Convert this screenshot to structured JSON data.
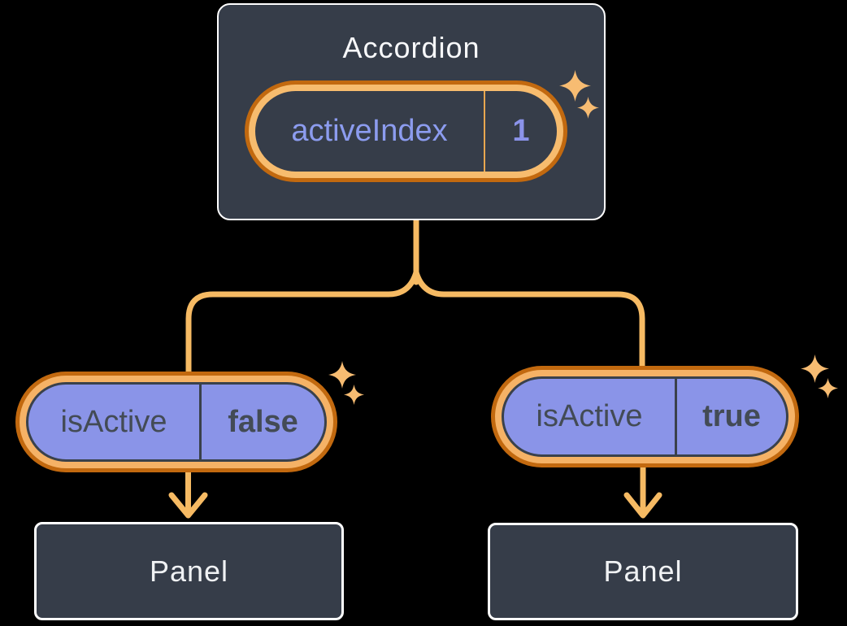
{
  "diagram": {
    "description": "React component tree: Accordion holding state, passing props to two Panels",
    "accordion": {
      "title": "Accordion",
      "state": {
        "label": "activeIndex",
        "value": "1"
      }
    },
    "children": [
      {
        "prop": {
          "label": "isActive",
          "value": "false"
        },
        "node": "Panel"
      },
      {
        "prop": {
          "label": "isActive",
          "value": "true"
        },
        "node": "Panel"
      }
    ]
  },
  "icons": {
    "sparkle": "sparkle-icon"
  },
  "colors": {
    "background": "#000000",
    "node_background": "#363D49",
    "node_border": "#FFFFFF",
    "node_text": "#F7F8FA",
    "pill_purple": "#8A94E8",
    "pill_dark_text": "#434B55",
    "state_text_purple": "#8C9CEF",
    "ring_light_orange": "#F5B266",
    "ring_dark_orange": "#C2690F",
    "state_divider_orange": "#E8A74F",
    "connector_orange": "#F6BA63",
    "sparkle_orange": "#F7BC72"
  }
}
